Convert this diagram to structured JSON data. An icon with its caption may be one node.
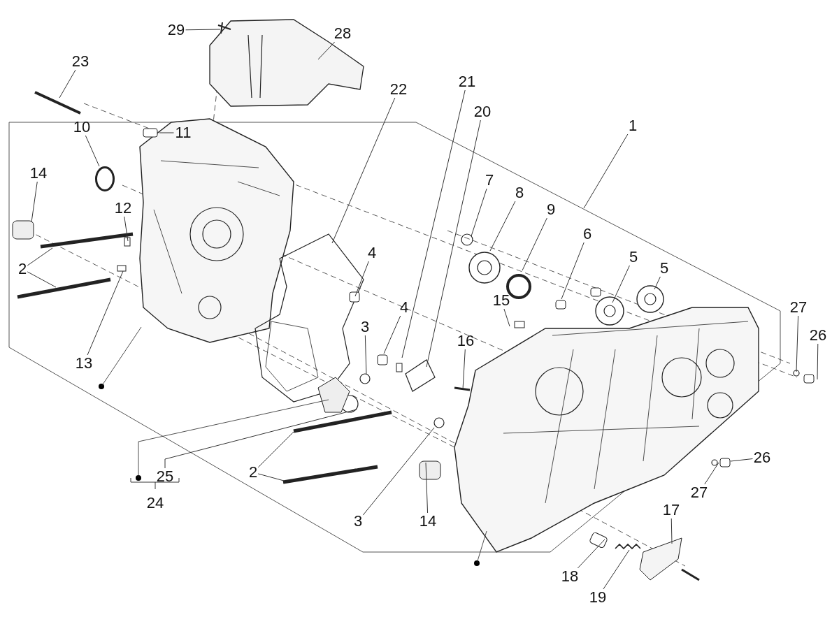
{
  "diagram": {
    "nodes": [
      {
        "text": [
          "29"
        ]
      },
      {
        "text": [
          "28"
        ]
      },
      {
        "text": [
          "23"
        ]
      },
      {
        "text": [
          "22"
        ]
      },
      {
        "text": [
          "21"
        ]
      },
      {
        "text": [
          "20"
        ]
      },
      {
        "text": [
          "1"
        ]
      },
      {
        "text": [
          "11"
        ]
      },
      {
        "text": [
          "10"
        ]
      },
      {
        "text": [
          "14"
        ]
      },
      {
        "text": [
          "7"
        ]
      },
      {
        "text": [
          "8"
        ]
      },
      {
        "text": [
          "9"
        ]
      },
      {
        "text": [
          "12"
        ]
      },
      {
        "text": [
          "6"
        ]
      },
      {
        "text": [
          "5"
        ]
      },
      {
        "text": [
          "5"
        ]
      },
      {
        "text": [
          "2"
        ]
      },
      {
        "text": [
          "4"
        ]
      },
      {
        "text": [
          "15"
        ]
      },
      {
        "text": [
          "4"
        ]
      },
      {
        "text": [
          "3"
        ]
      },
      {
        "text": [
          "16"
        ]
      },
      {
        "text": [
          "13"
        ]
      },
      {
        "text": [
          "27"
        ]
      },
      {
        "text": [
          "26"
        ]
      },
      {
        "text": [
          "25"
        ]
      },
      {
        "text": [
          "2"
        ]
      },
      {
        "text": [
          "3"
        ]
      },
      {
        "text": [
          "14"
        ]
      },
      {
        "text": [
          "26"
        ]
      },
      {
        "text": [
          "27"
        ]
      },
      {
        "text": [
          "17"
        ]
      },
      {
        "text": [
          "18"
        ]
      },
      {
        "text": [
          "19"
        ]
      },
      {
        "text": [],
        "shape": "circle"
      }
    ],
    "edges": [
      {
        "from": 0,
        "to": null,
        "arrow": "none"
      },
      {
        "from": 1,
        "to": null,
        "arrow": "none"
      },
      {
        "from": 2,
        "to": null,
        "arrow": "none"
      },
      {
        "from": 3,
        "to": null,
        "arrow": "none"
      },
      {
        "from": 4,
        "to": null,
        "arrow": "none"
      },
      {
        "from": 5,
        "to": null,
        "arrow": "none"
      },
      {
        "from": 6,
        "to": null,
        "arrow": "none"
      },
      {
        "from": 7,
        "to": null,
        "arrow": "none"
      },
      {
        "from": 8,
        "to": 35,
        "arrow": "none"
      },
      {
        "from": 9,
        "to": null,
        "arrow": "none"
      },
      {
        "from": 10,
        "to": null,
        "arrow": "none"
      },
      {
        "from": 11,
        "to": null,
        "arrow": "none"
      },
      {
        "from": 12,
        "to": null,
        "arrow": "none"
      },
      {
        "from": 13,
        "to": null,
        "arrow": "none"
      },
      {
        "from": 14,
        "to": null,
        "arrow": "none"
      },
      {
        "from": 15,
        "to": null,
        "arrow": "none"
      },
      {
        "from": 16,
        "to": null,
        "arrow": "none"
      },
      {
        "from": 17,
        "to": null,
        "arrow": "none"
      },
      {
        "from": 17,
        "to": null,
        "arrow": "none"
      },
      {
        "from": 18,
        "to": null,
        "arrow": "none"
      },
      {
        "from": 19,
        "to": null,
        "arrow": "none"
      },
      {
        "from": 20,
        "to": null,
        "arrow": "none"
      },
      {
        "from": 21,
        "to": null,
        "arrow": "none"
      },
      {
        "from": 22,
        "to": null,
        "arrow": "none"
      },
      {
        "from": 23,
        "to": null,
        "arrow": "none"
      },
      {
        "from": 24,
        "to": null,
        "arrow": "none"
      },
      {
        "from": 25,
        "to": null,
        "arrow": "none"
      },
      {
        "from": 26,
        "to": null,
        "arrow": "none"
      },
      {
        "from": 27,
        "to": null,
        "arrow": "none"
      },
      {
        "from": 27,
        "to": null,
        "arrow": "none"
      },
      {
        "from": 28,
        "to": null,
        "arrow": "none"
      },
      {
        "from": 29,
        "to": null,
        "arrow": "none"
      },
      {
        "from": 30,
        "to": null,
        "arrow": "none"
      },
      {
        "from": 31,
        "to": null,
        "arrow": "none"
      },
      {
        "from": 32,
        "to": null,
        "arrow": "none"
      },
      {
        "from": 33,
        "to": null,
        "arrow": "none"
      },
      {
        "from": 34,
        "to": null,
        "arrow": "none"
      }
    ],
    "labels": [
      "24"
    ]
  }
}
